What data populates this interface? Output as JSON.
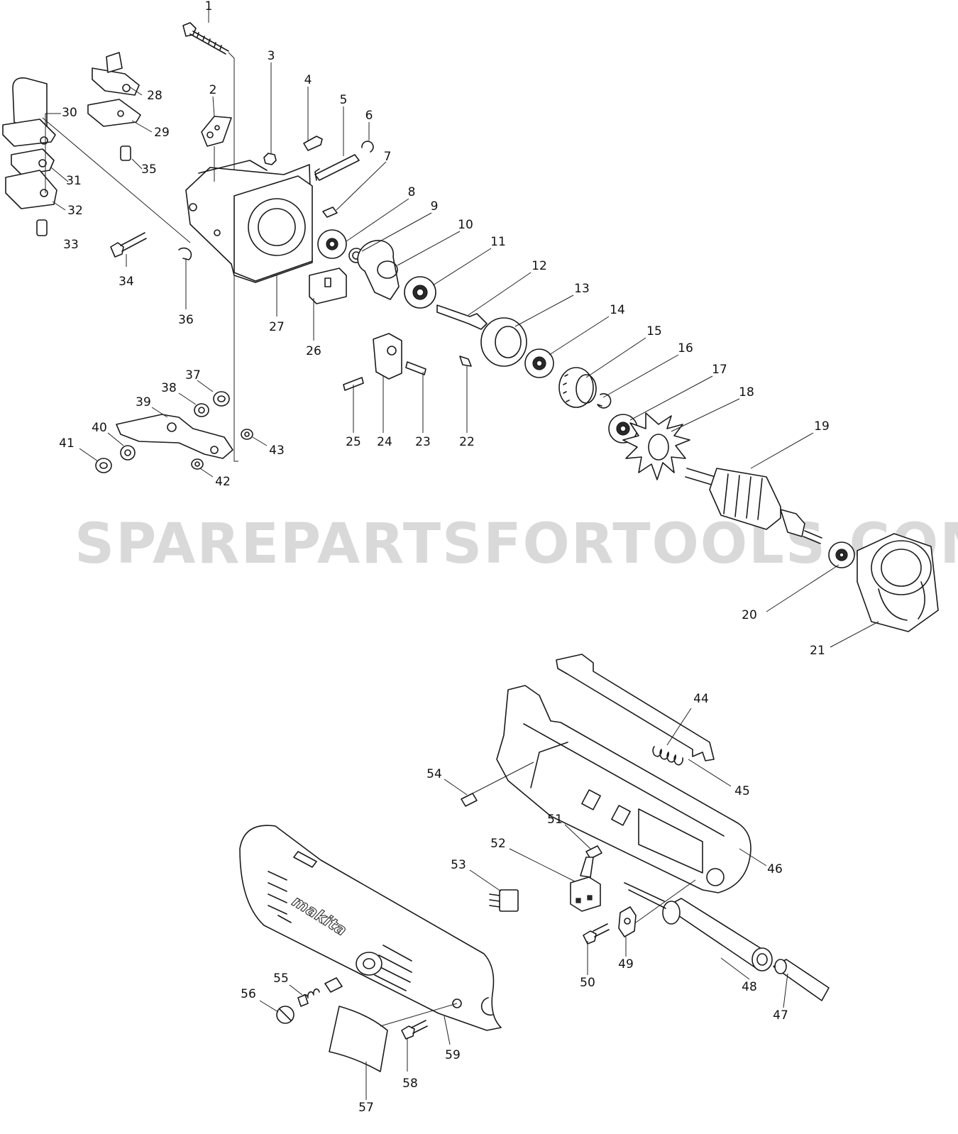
{
  "watermark": "SPAREPARTSFORTOOLS.COM.AU",
  "brand_label": "makita",
  "part_numbers": {
    "p1": "1",
    "p2": "2",
    "p3": "3",
    "p4": "4",
    "p5": "5",
    "p6": "6",
    "p7": "7",
    "p8": "8",
    "p9": "9",
    "p10": "10",
    "p11": "11",
    "p12": "12",
    "p13": "13",
    "p14": "14",
    "p15": "15",
    "p16": "16",
    "p17": "17",
    "p18": "18",
    "p19": "19",
    "p20": "20",
    "p21": "21",
    "p22": "22",
    "p23": "23",
    "p24": "24",
    "p25": "25",
    "p26": "26",
    "p27": "27",
    "p28": "28",
    "p29": "29",
    "p30": "30",
    "p31": "31",
    "p32": "32",
    "p33": "33",
    "p34": "34",
    "p35": "35",
    "p36": "36",
    "p37": "37",
    "p38": "38",
    "p39": "39",
    "p40": "40",
    "p41": "41",
    "p42": "42",
    "p43": "43",
    "p44": "44",
    "p45": "45",
    "p46": "46",
    "p47": "47",
    "p48": "48",
    "p49": "49",
    "p50": "50",
    "p51": "51",
    "p52": "52",
    "p53": "53",
    "p54": "54",
    "p55": "55",
    "p56": "56",
    "p57": "57",
    "p58": "58",
    "p59": "59"
  }
}
